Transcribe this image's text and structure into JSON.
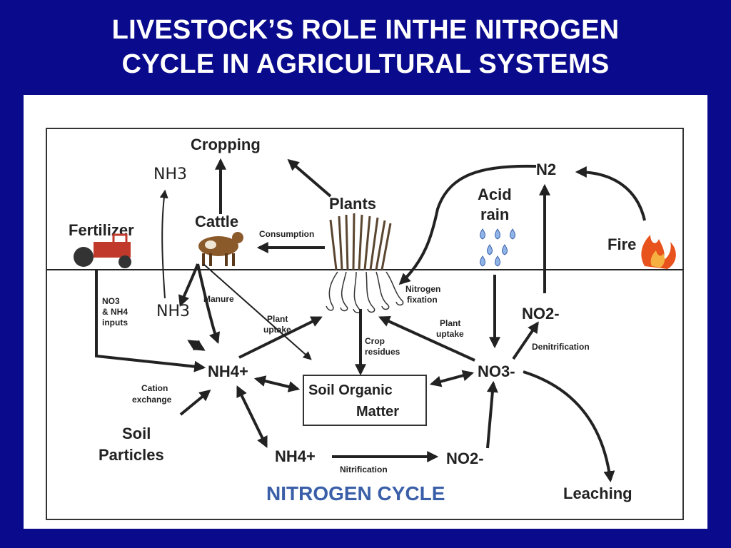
{
  "slide": {
    "title_line1": "LIVESTOCK’S ROLE INTHE NITROGEN",
    "title_line2": "CYCLE IN AGRICULTURAL SYSTEMS"
  },
  "diagram": {
    "footer_title": "NITROGEN CYCLE",
    "nodes": {
      "cropping": "Cropping",
      "nh3_top": "NH3",
      "cattle": "Cattle",
      "fertilizer": "Fertilizer",
      "plants": "Plants",
      "acid": "Acid",
      "rain": "rain",
      "n2": "N2",
      "fire": "Fire",
      "nh3_mid": "NH3",
      "nh4_main": "NH4+",
      "soil_organic_1": "Soil Organic",
      "soil_organic_2": "Matter",
      "no3": "NO3-",
      "no2_minus": "NO2-",
      "soil_particles_1": "Soil",
      "soil_particles_2": "Particles",
      "nh4_bottom": "NH4+",
      "no2_bottom": "NO2-",
      "leaching": "Leaching"
    },
    "process_labels": {
      "consumption": "Consumption",
      "manure": "Manure",
      "no3_inputs_1": "NO3",
      "no3_inputs_2": "& NH4",
      "no3_inputs_3": "inputs",
      "plant_uptake_left_1": "Plant",
      "plant_uptake_left_2": "uptake",
      "crop_residues_1": "Crop",
      "crop_residues_2": "residues",
      "nitrogen_fixation_1": "Nitrogen",
      "nitrogen_fixation_2": "fixation",
      "plant_uptake_right_1": "Plant",
      "plant_uptake_right_2": "uptake",
      "denitrification": "Denitrification",
      "cation_exchange_1": "Cation",
      "cation_exchange_2": "exchange",
      "nitrification": "Nitrification"
    },
    "colors": {
      "slide_background": "#0a0a8c",
      "fire": "#e8521c",
      "rain_drop": "#8fb4e8",
      "tractor": "#c0392b",
      "footer_title": "#3a5fa8"
    }
  }
}
